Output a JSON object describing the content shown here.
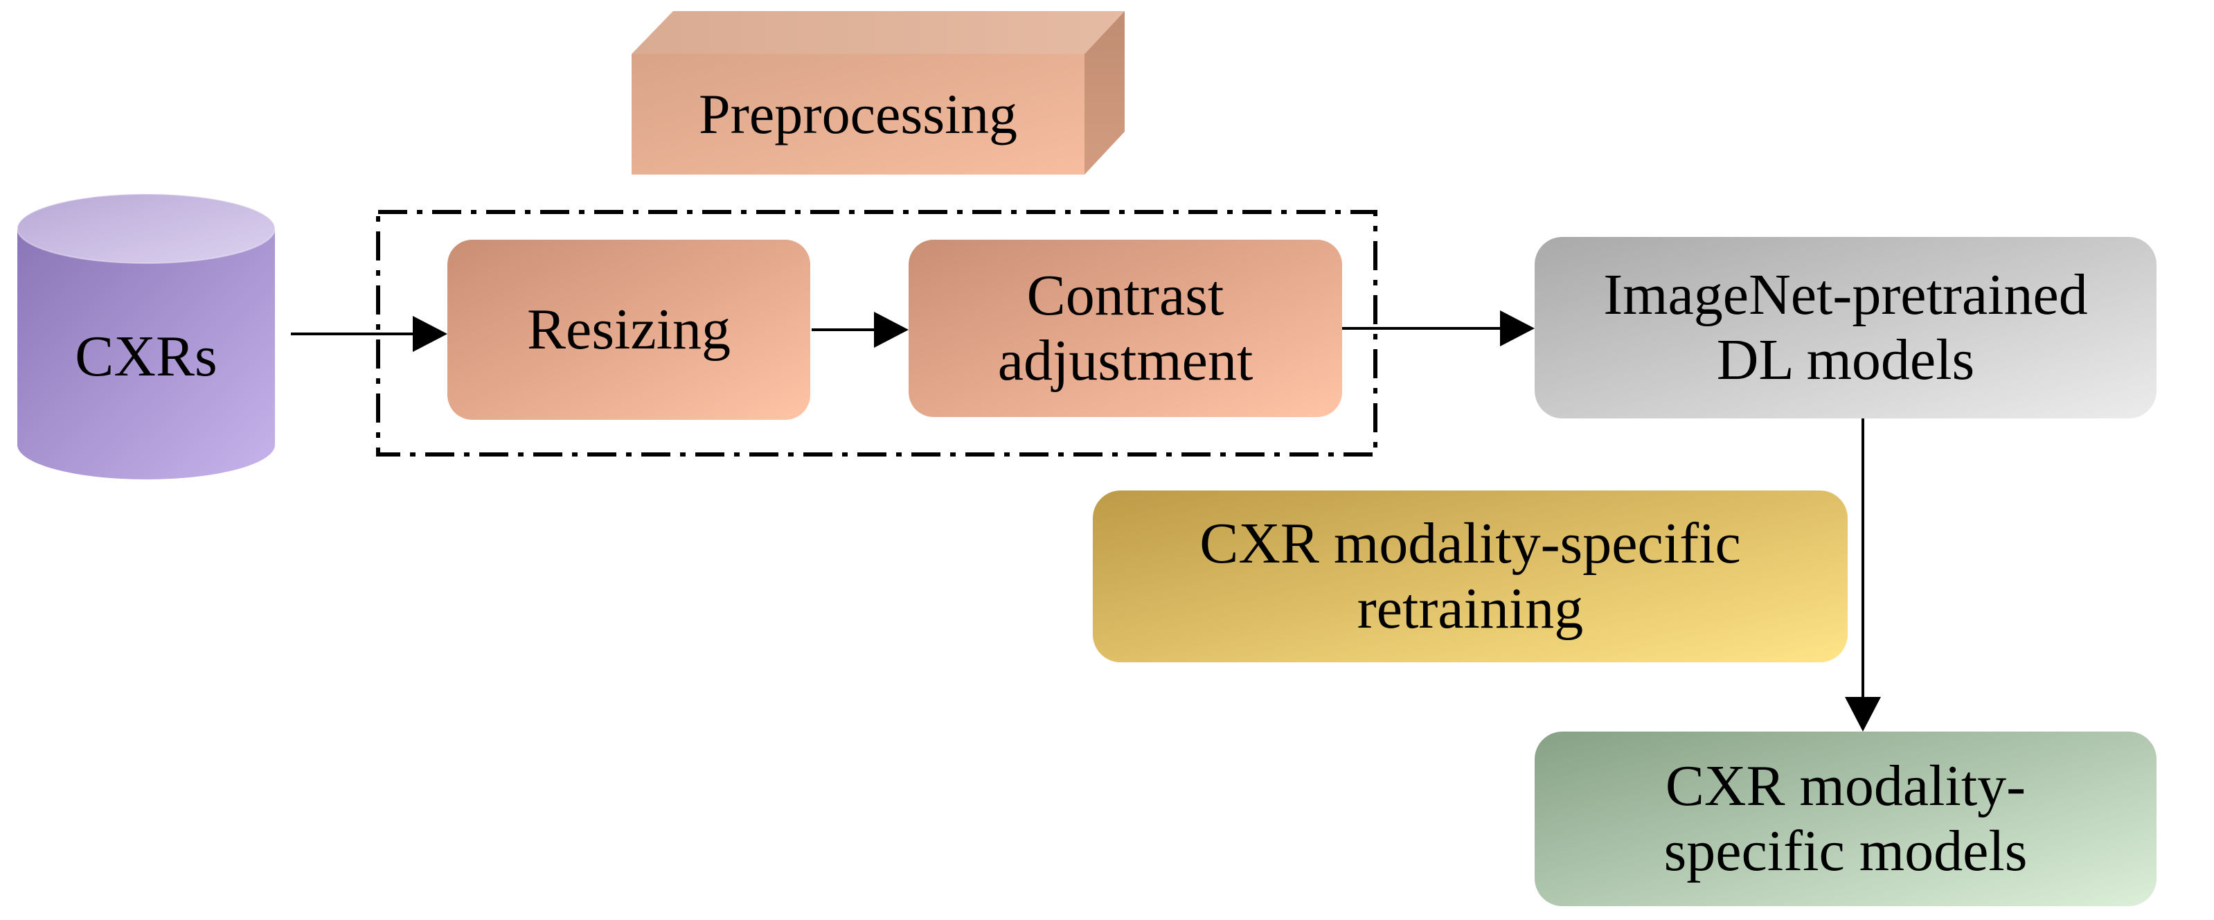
{
  "diagram": {
    "nodes": {
      "cxrs": {
        "label": "CXRs"
      },
      "preprocessing": {
        "label": "Preprocessing"
      },
      "resizing": {
        "label": "Resizing"
      },
      "contrast": {
        "line1": "Contrast",
        "line2": "adjustment"
      },
      "imagenet": {
        "line1": "ImageNet-pretrained",
        "line2": "DL models"
      },
      "retraining": {
        "line1": "CXR modality-specific",
        "line2": "retraining"
      },
      "specific_models": {
        "line1": "CXR modality-",
        "line2": "specific models"
      }
    },
    "edges": [
      {
        "from": "cxrs",
        "to": "resizing"
      },
      {
        "from": "resizing",
        "to": "contrast"
      },
      {
        "from": "contrast",
        "to": "imagenet"
      },
      {
        "from": "imagenet",
        "to": "specific_models"
      }
    ],
    "group": {
      "name": "preprocessing-group",
      "members": [
        "resizing",
        "contrast"
      ],
      "border_style": "dash-dot"
    },
    "colors": {
      "cylinder_top": "#cfc0e6",
      "cylinder_body_dark": "#8a75b6",
      "cylinder_body_light": "#c7b4ec",
      "preproc_front_dark": "#d8a387",
      "preproc_front_light": "#f7bda0",
      "step_box_dark": "#c98e74",
      "step_box_light": "#ffc4a6",
      "imagenet_dark": "#a9a9a9",
      "imagenet_light": "#ececec",
      "retraining_dark": "#bd9a47",
      "retraining_light": "#ffe488",
      "models_dark": "#86a186",
      "models_light": "#dcefd9",
      "arrow": "#000000"
    }
  }
}
